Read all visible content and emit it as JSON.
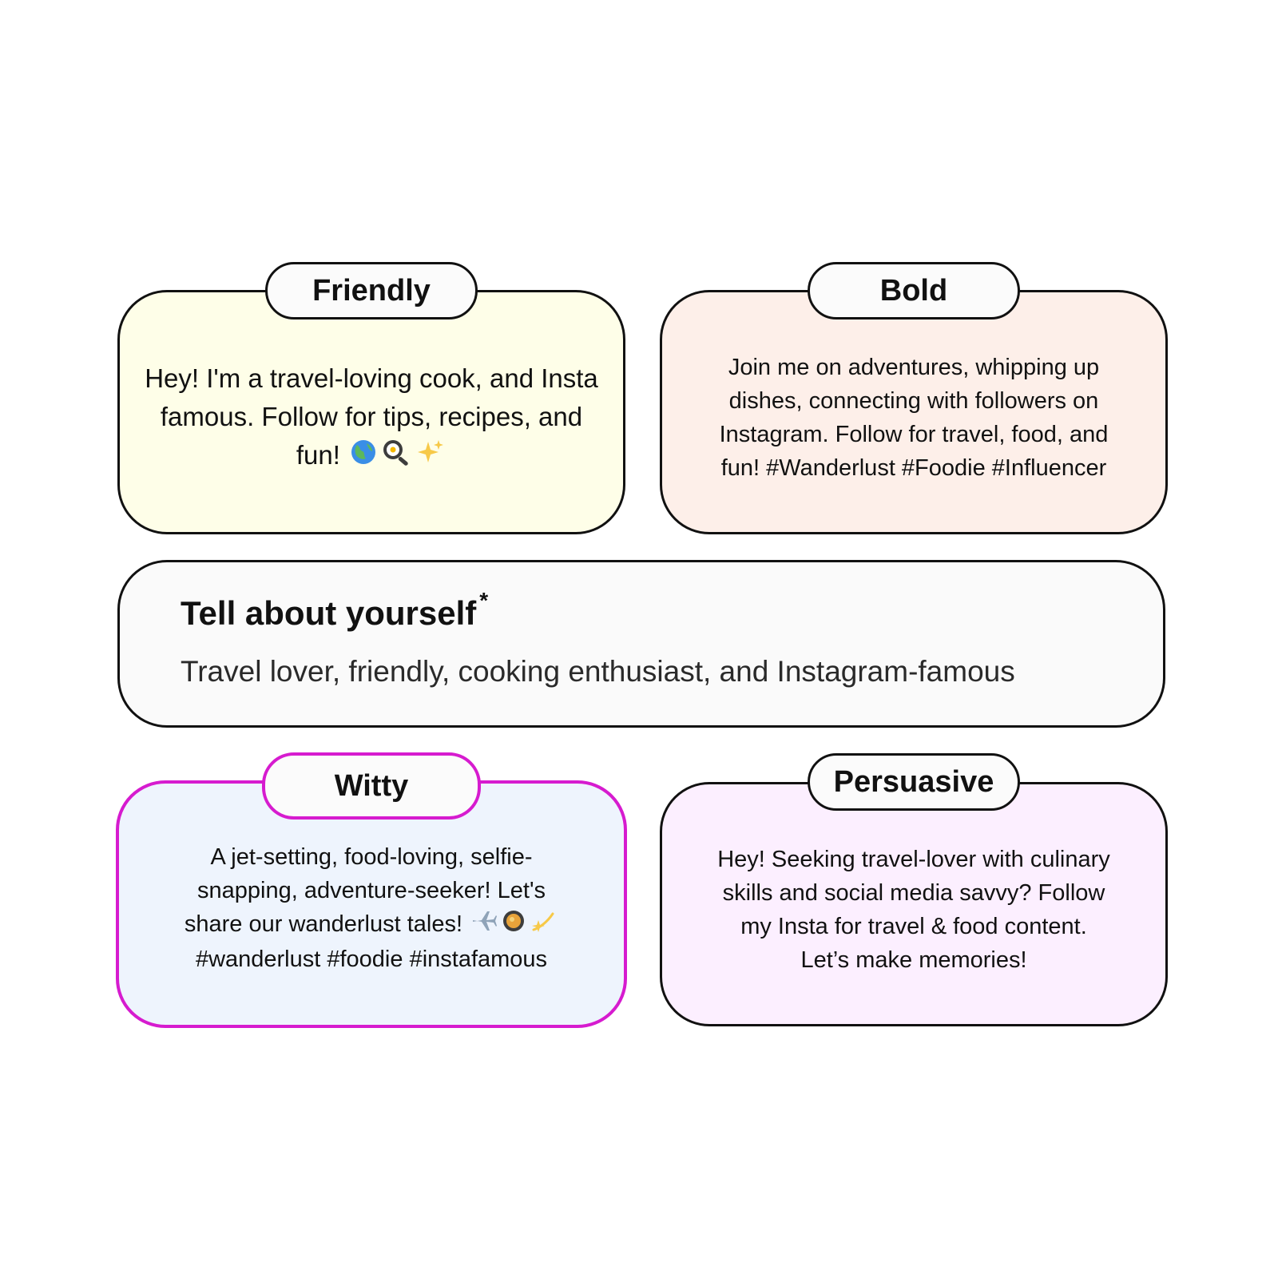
{
  "cards": {
    "friendly": {
      "label": "Friendly",
      "text": "Hey! I'm a travel-loving cook, and Insta famous. Follow for tips, recipes, and fun!",
      "icons": [
        "globe-icon",
        "frying-pan-icon",
        "sparkles-icon"
      ],
      "background": "#fefee8"
    },
    "bold": {
      "label": "Bold",
      "text": "Join me on adventures, whipping up dishes, connecting with followers on Instagram. Follow for travel, food, and fun! #Wanderlust #Foodie #Influencer",
      "background": "#fdefe9"
    },
    "witty": {
      "label": "Witty",
      "text_line1": "A jet-setting, food-loving, selfie-snapping, adventure-seeker! Let's share our wanderlust tales!",
      "text_line2": "#wanderlust #foodie #instafamous",
      "icons": [
        "airplane-icon",
        "food-plate-icon",
        "dizzy-star-icon"
      ],
      "background": "#eef4fd",
      "selected": true,
      "accent": "#d61bcf"
    },
    "persuasive": {
      "label": "Persuasive",
      "text": "Hey! Seeking travel-lover with culinary skills and social media savvy? Follow my Insta for travel & food content. Let’s make memories!",
      "background": "#fcefff"
    }
  },
  "input": {
    "label": "Tell about yourself",
    "required_mark": "*",
    "value": "Travel lover, friendly, cooking enthusiast, and Instagram-famous"
  }
}
